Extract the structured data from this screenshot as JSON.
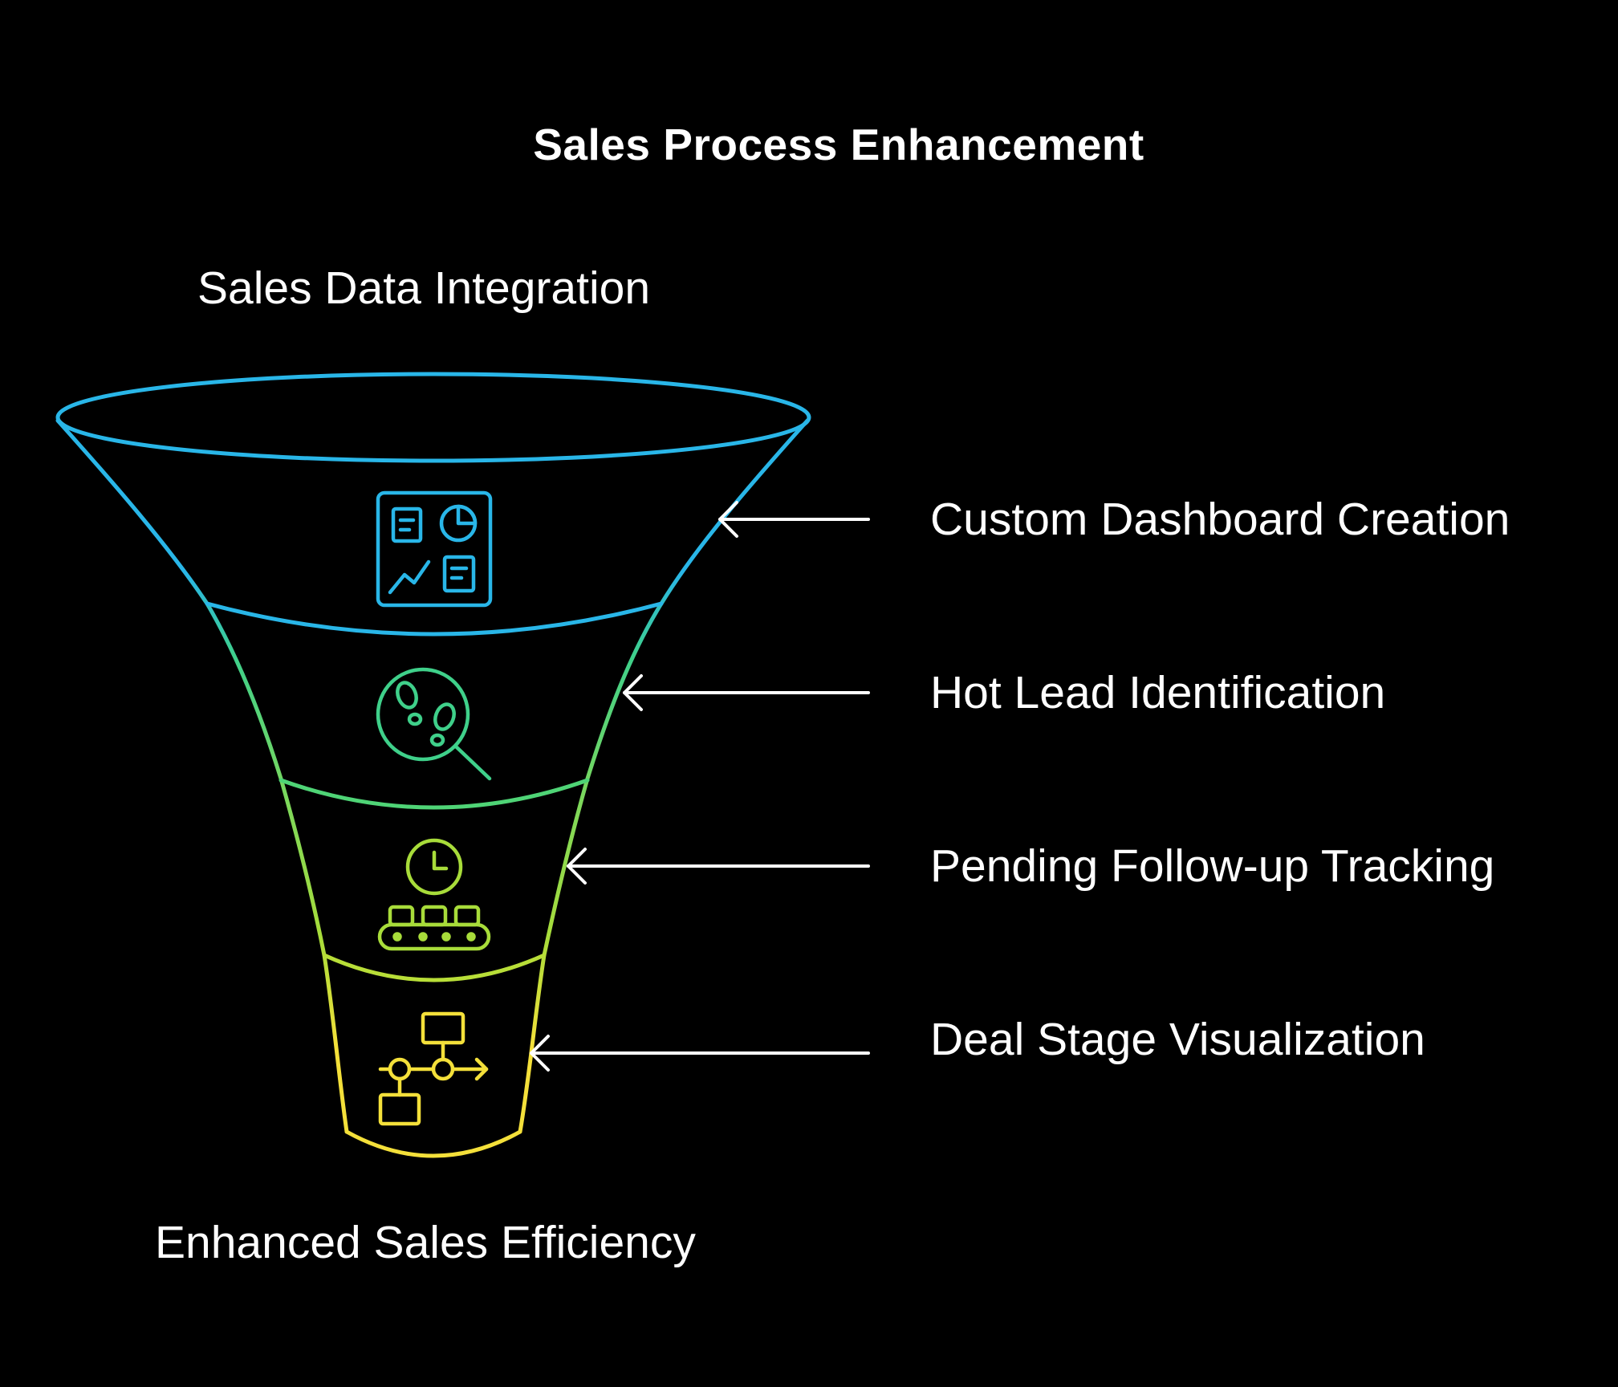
{
  "title": "Sales Process Enhancement",
  "top_label": "Sales Data Integration",
  "bottom_label": "Enhanced Sales Efficiency",
  "stages": [
    {
      "label": "Custom Dashboard Creation",
      "icon": "dashboard-icon",
      "color": "#29B6E8"
    },
    {
      "label": "Hot Lead Identification",
      "icon": "lead-search-icon",
      "color": "#3FD08A"
    },
    {
      "label": "Pending Follow-up Tracking",
      "icon": "conveyor-clock-icon",
      "color": "#A8DC3A"
    },
    {
      "label": "Deal Stage Visualization",
      "icon": "workflow-icon",
      "color": "#F4E03A"
    }
  ],
  "colors": {
    "background": "#000000",
    "text": "#FFFFFF",
    "arrow": "#FFFFFF"
  }
}
